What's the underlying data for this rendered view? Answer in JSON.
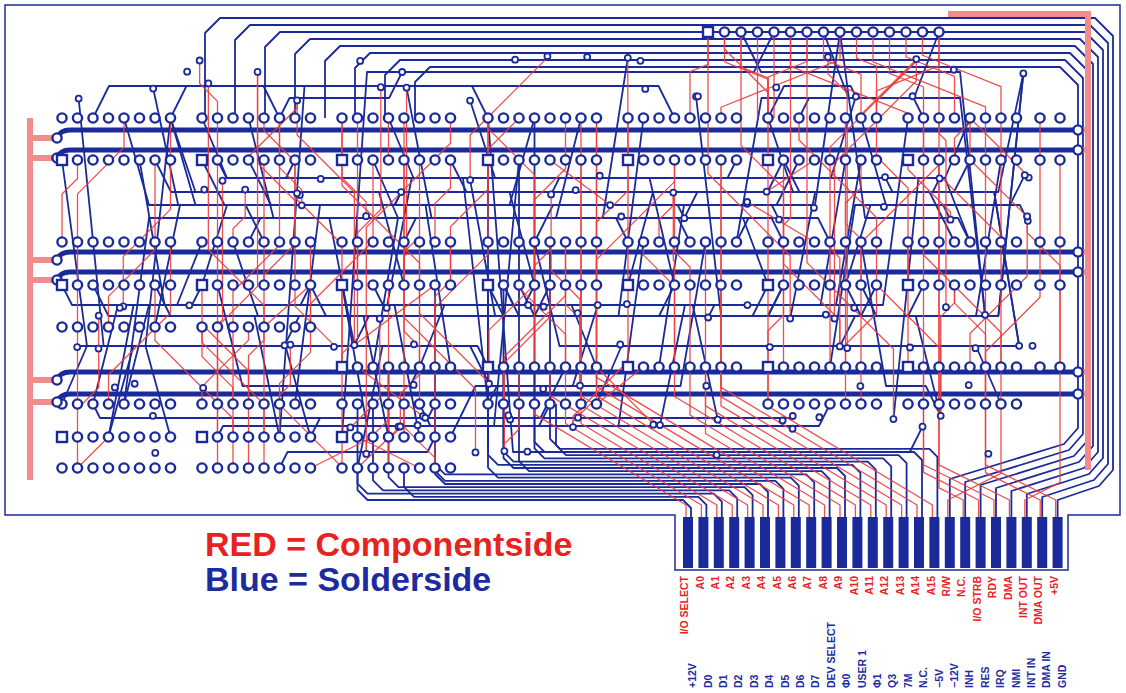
{
  "diagram": {
    "labels": [
      "RED = Componentside",
      "Blue = Solderside",
      "I/O SELECT",
      "+12V",
      "A0",
      "D0",
      "A1",
      "D1",
      "A2",
      "D2",
      "A3",
      "D3",
      "A4",
      "D4",
      "A5",
      "D5",
      "A6",
      "D6",
      "A7",
      "D7",
      "A8",
      "DEV SELECT",
      "A9",
      "Φ0",
      "A10",
      "USER 1",
      "A11",
      "Φ1",
      "A12",
      "Q3",
      "A13",
      "7M",
      "A14",
      "N.C.",
      "A15",
      "−5V",
      "R/W",
      "−12V",
      "N.C.",
      "INH",
      "I/O STRB",
      "RES",
      "RDY",
      "IRQ",
      "DMA",
      "NMI",
      "INT OUT",
      "INT IN",
      "DMA OUT",
      "DMA IN",
      "+5V",
      "GND"
    ]
  }
}
